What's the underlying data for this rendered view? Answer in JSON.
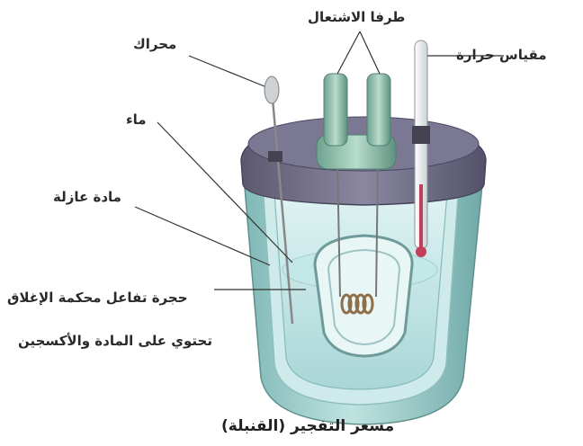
{
  "labels": {
    "ignition_terminals": "طرفا الاشتعال",
    "motor": "محراك",
    "thermometer": "مقياس حرارة",
    "water": "ماء",
    "insulator": "مادة عازلة",
    "chamber_line1": "حجرة تفاعل محكمة الإغلاق",
    "chamber_line2": "تحتوي على المادة والأكسجين"
  },
  "caption": "مسعر التفجير (القنبلة)"
}
